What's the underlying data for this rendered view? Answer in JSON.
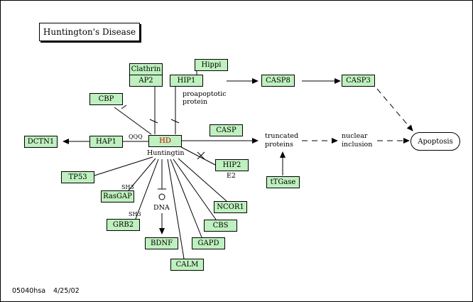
{
  "title": "Huntington's Disease",
  "nodes": {
    "clathrin": "Clathrin",
    "ap2": "AP2",
    "hip1": "HIP1",
    "hippi": "Hippi",
    "casp8": "CASP8",
    "casp3": "CASP3",
    "cbp": "CBP",
    "hd": "HD",
    "hap1": "HAP1",
    "dctn1": "DCTN1",
    "casp": "CASP",
    "hip2": "HIP2",
    "ttgase": "tTGase",
    "tp53": "TP53",
    "rasgap": "RasGAP",
    "grb2": "GRB2",
    "bdnf": "BDNF",
    "calm": "CALM",
    "gapd": "GAPD",
    "cbs": "CBS",
    "ncor1": "NCOR1"
  },
  "apoptosis": "Apoptosis",
  "labels": {
    "proapoptotic_1": "proapoptotic",
    "proapoptotic_2": "protein",
    "truncated_1": "truncated",
    "truncated_2": "proteins",
    "nuclear_1": "nuclear",
    "nuclear_2": "inclusion",
    "huntingtin": "Huntingtin",
    "qqq": "QQQ",
    "e2": "E2",
    "sh3_a": "SH3",
    "sh3_b": "SH3",
    "dna": "DNA"
  },
  "footer": {
    "code": "05040hsa",
    "date": "4/25/02"
  },
  "colors": {
    "node_fill": "#bff0bf",
    "hd_text": "#cc0000"
  }
}
